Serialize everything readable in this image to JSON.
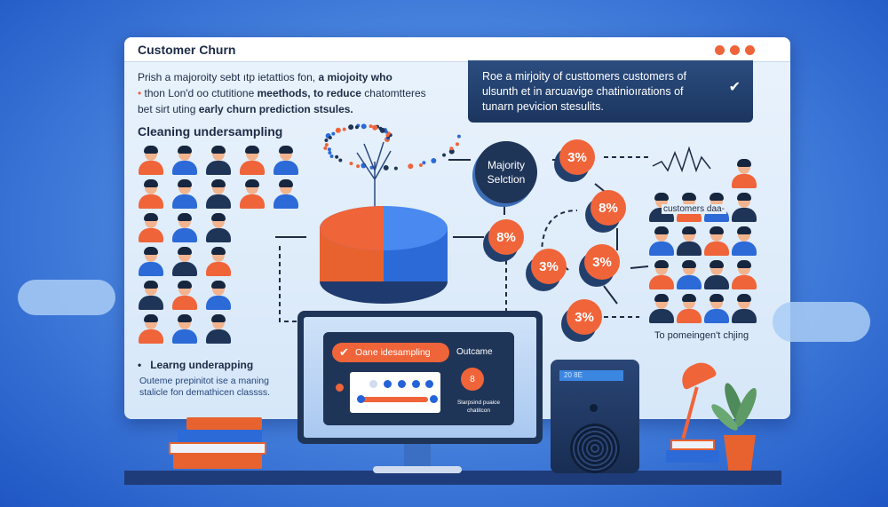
{
  "window": {
    "title": "Customer Churn"
  },
  "intro": {
    "line1_a": "Prish a majoroity sebt ıtp ietattios fon, ",
    "line1_b": "a miojoity who",
    "line2_a": "thon Lon'd oo ctutitione ",
    "line2_b": "meethods, to reduce",
    "line2_c": " chatomtteres",
    "line3_a": "bet sirt uting ",
    "line3_b": "early churn prediction stsules."
  },
  "callout": {
    "text": "Roe a mirjoity of custtomers customers of ulsunth et in arcuavige chatinioırations of tunarn pevicion stesulits.",
    "check_icon": "checkmark"
  },
  "section_heading": "Cleaning undersampling",
  "flow": {
    "majority_node": "Majority Selction",
    "nodes": [
      "3%",
      "8%",
      "8%",
      "3%",
      "3%",
      "3%"
    ]
  },
  "right_panel": {
    "label": "customers daa-",
    "caption": "To pomeingen't chjing"
  },
  "bullet": {
    "title": "Learng underapping",
    "body": "Outeme prepinitot ise a maning stalicle fon demathicen classss."
  },
  "monitor": {
    "pill_label": "Oane idesampling",
    "outcome_label": "Outcame",
    "outcome_value": "8",
    "caption": "Slarpsind puaice chatitcon"
  },
  "speaker": {
    "display": "20 8E"
  }
}
